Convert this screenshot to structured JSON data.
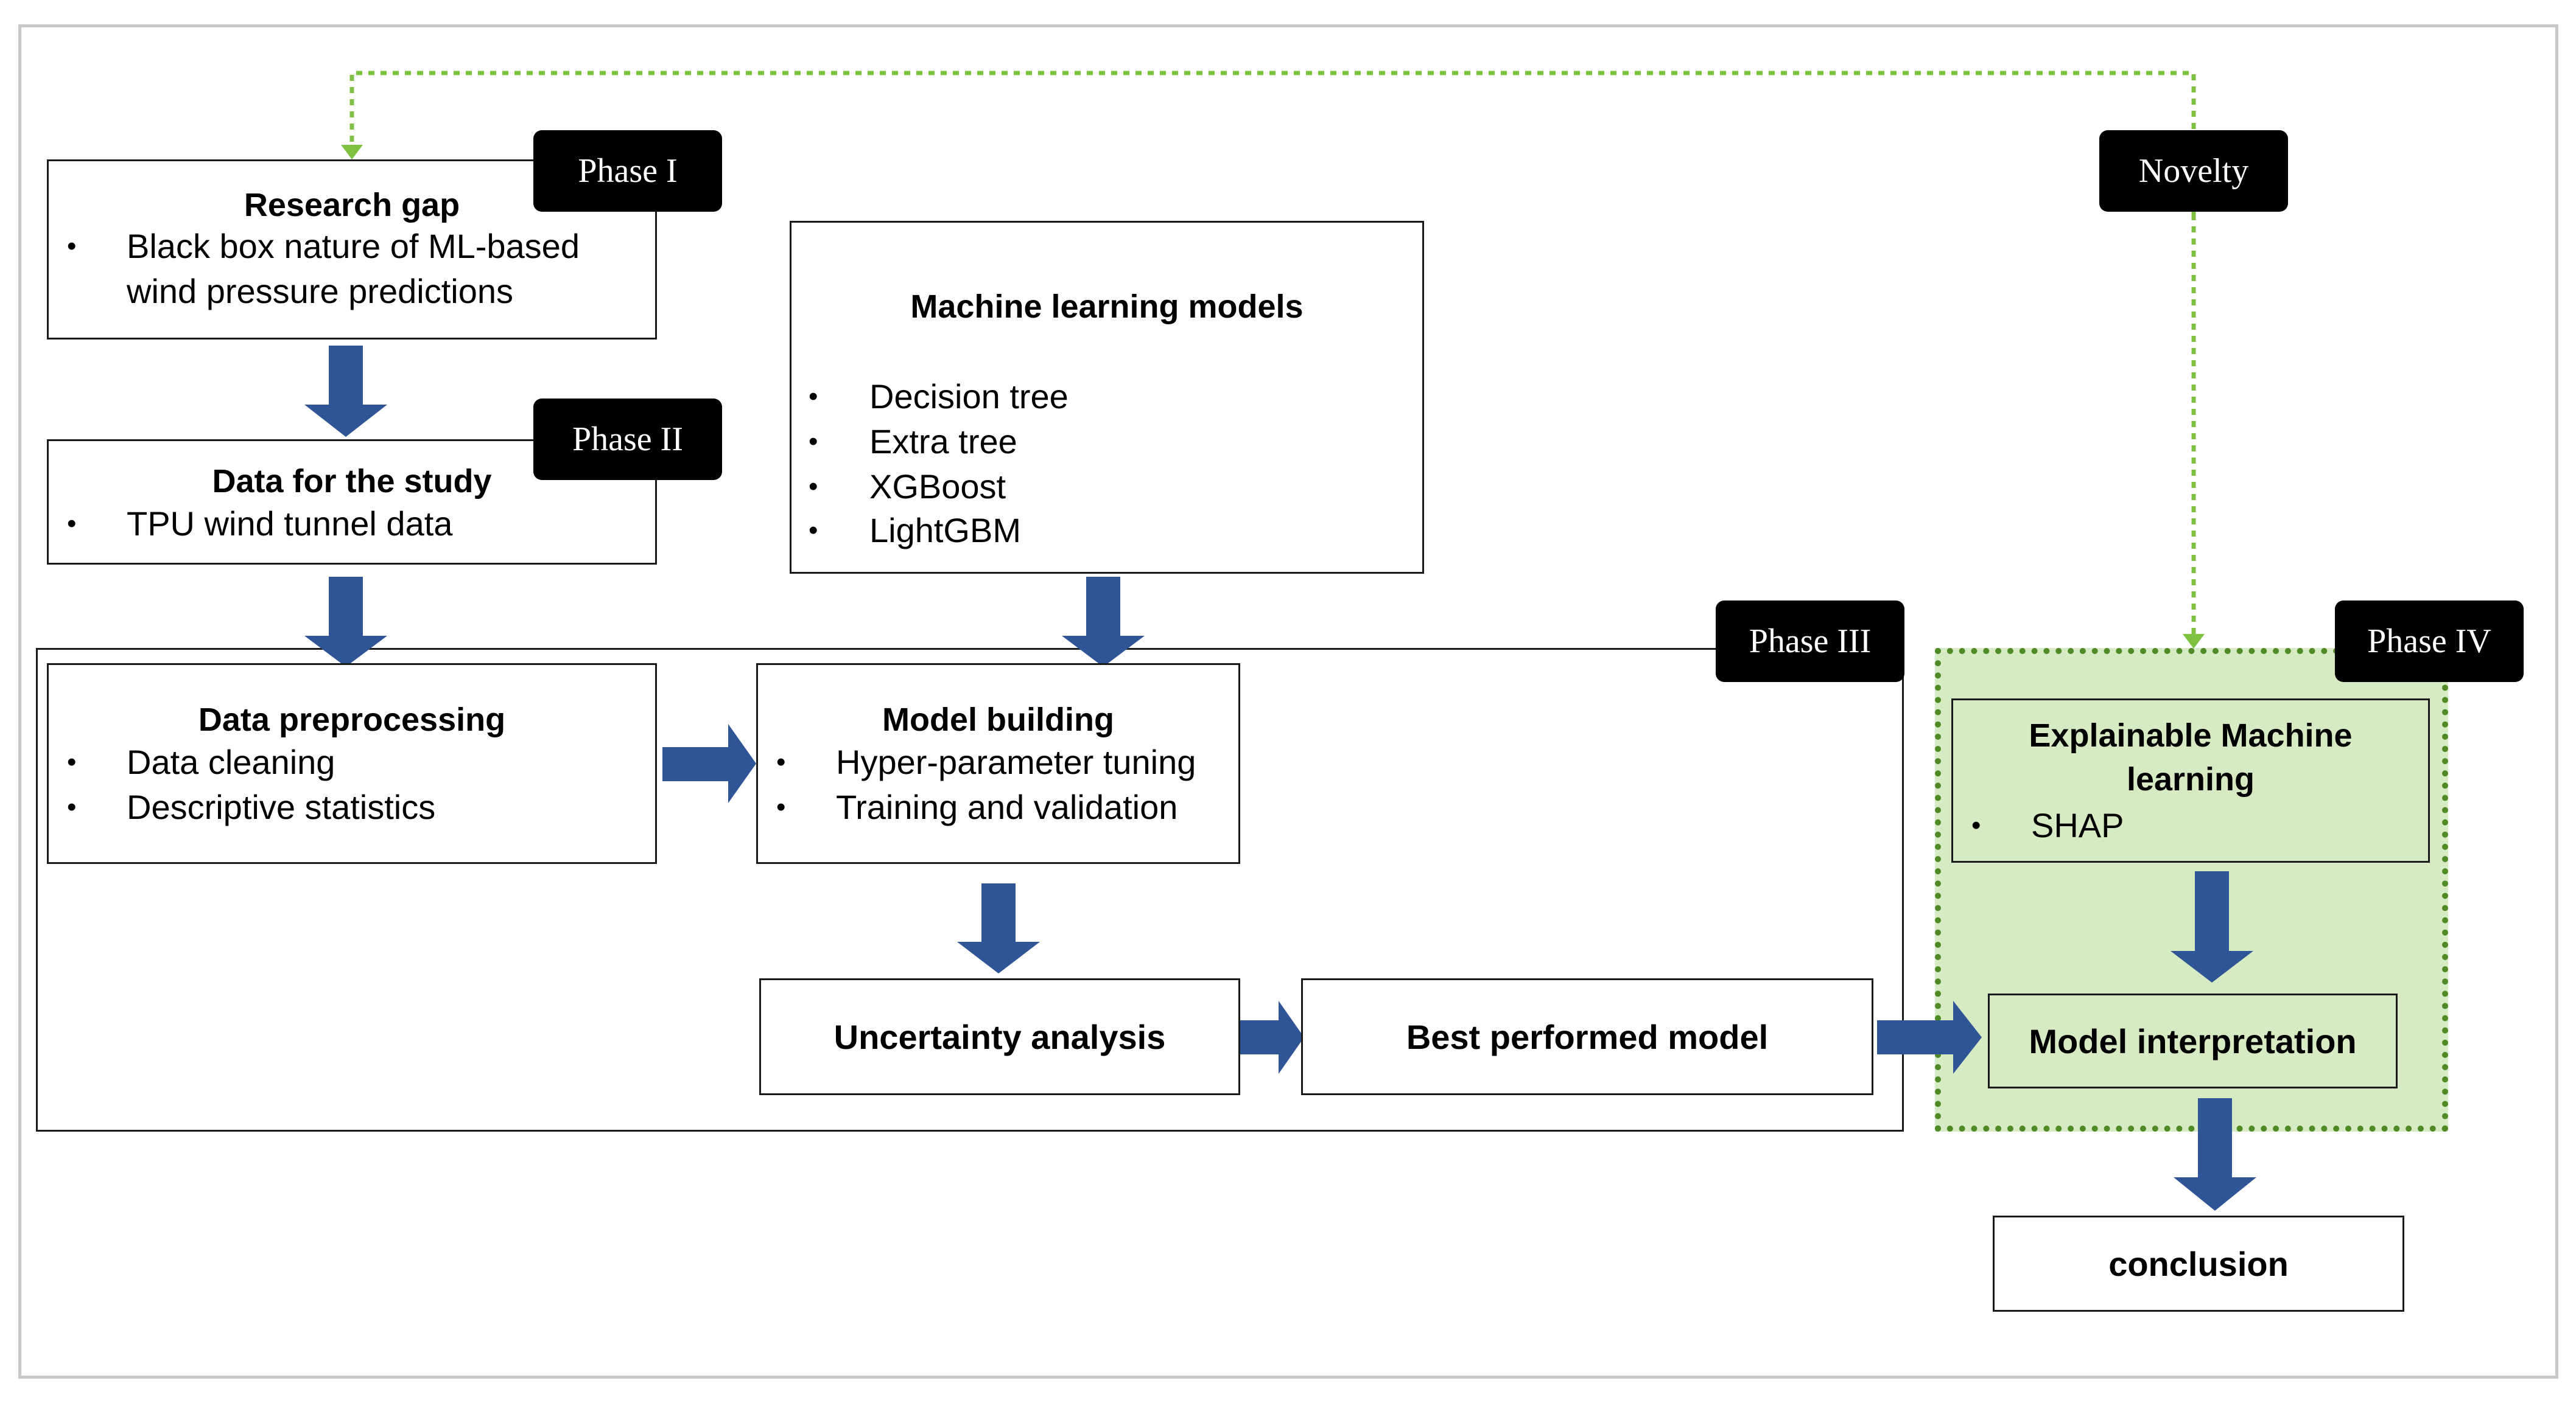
{
  "tags": {
    "phase1": "Phase I",
    "phase2": "Phase II",
    "phase3": "Phase III",
    "phase4": "Phase IV",
    "novelty": "Novelty"
  },
  "research_gap": {
    "title": "Research gap",
    "items": [
      "Black box nature of ML-based",
      "wind pressure predictions"
    ]
  },
  "data_study": {
    "title": "Data for the study",
    "items": [
      "TPU wind tunnel data"
    ]
  },
  "ml_models": {
    "title": "Machine learning models",
    "items": [
      "Decision tree",
      "Extra tree",
      "XGBoost",
      "LightGBM"
    ]
  },
  "preprocessing": {
    "title": "Data preprocessing",
    "items": [
      "Data cleaning",
      "Descriptive statistics"
    ]
  },
  "model_building": {
    "title": "Model building",
    "items": [
      "Hyper-parameter tuning",
      "Training and validation"
    ]
  },
  "uncertainty": "Uncertainty analysis",
  "best_model": "Best performed model",
  "xml": {
    "title_line1": "Explainable Machine",
    "title_line2": "learning",
    "items": [
      "SHAP"
    ]
  },
  "interpretation": "Model interpretation",
  "conclusion": "conclusion",
  "bullet_glyph": "•",
  "colors": {
    "arrow": "#2f5597",
    "green_fill": "#d6ebc4",
    "green_dotted": "#4f8a26",
    "novelty_line": "#7fc241",
    "tag_bg": "#000000"
  }
}
